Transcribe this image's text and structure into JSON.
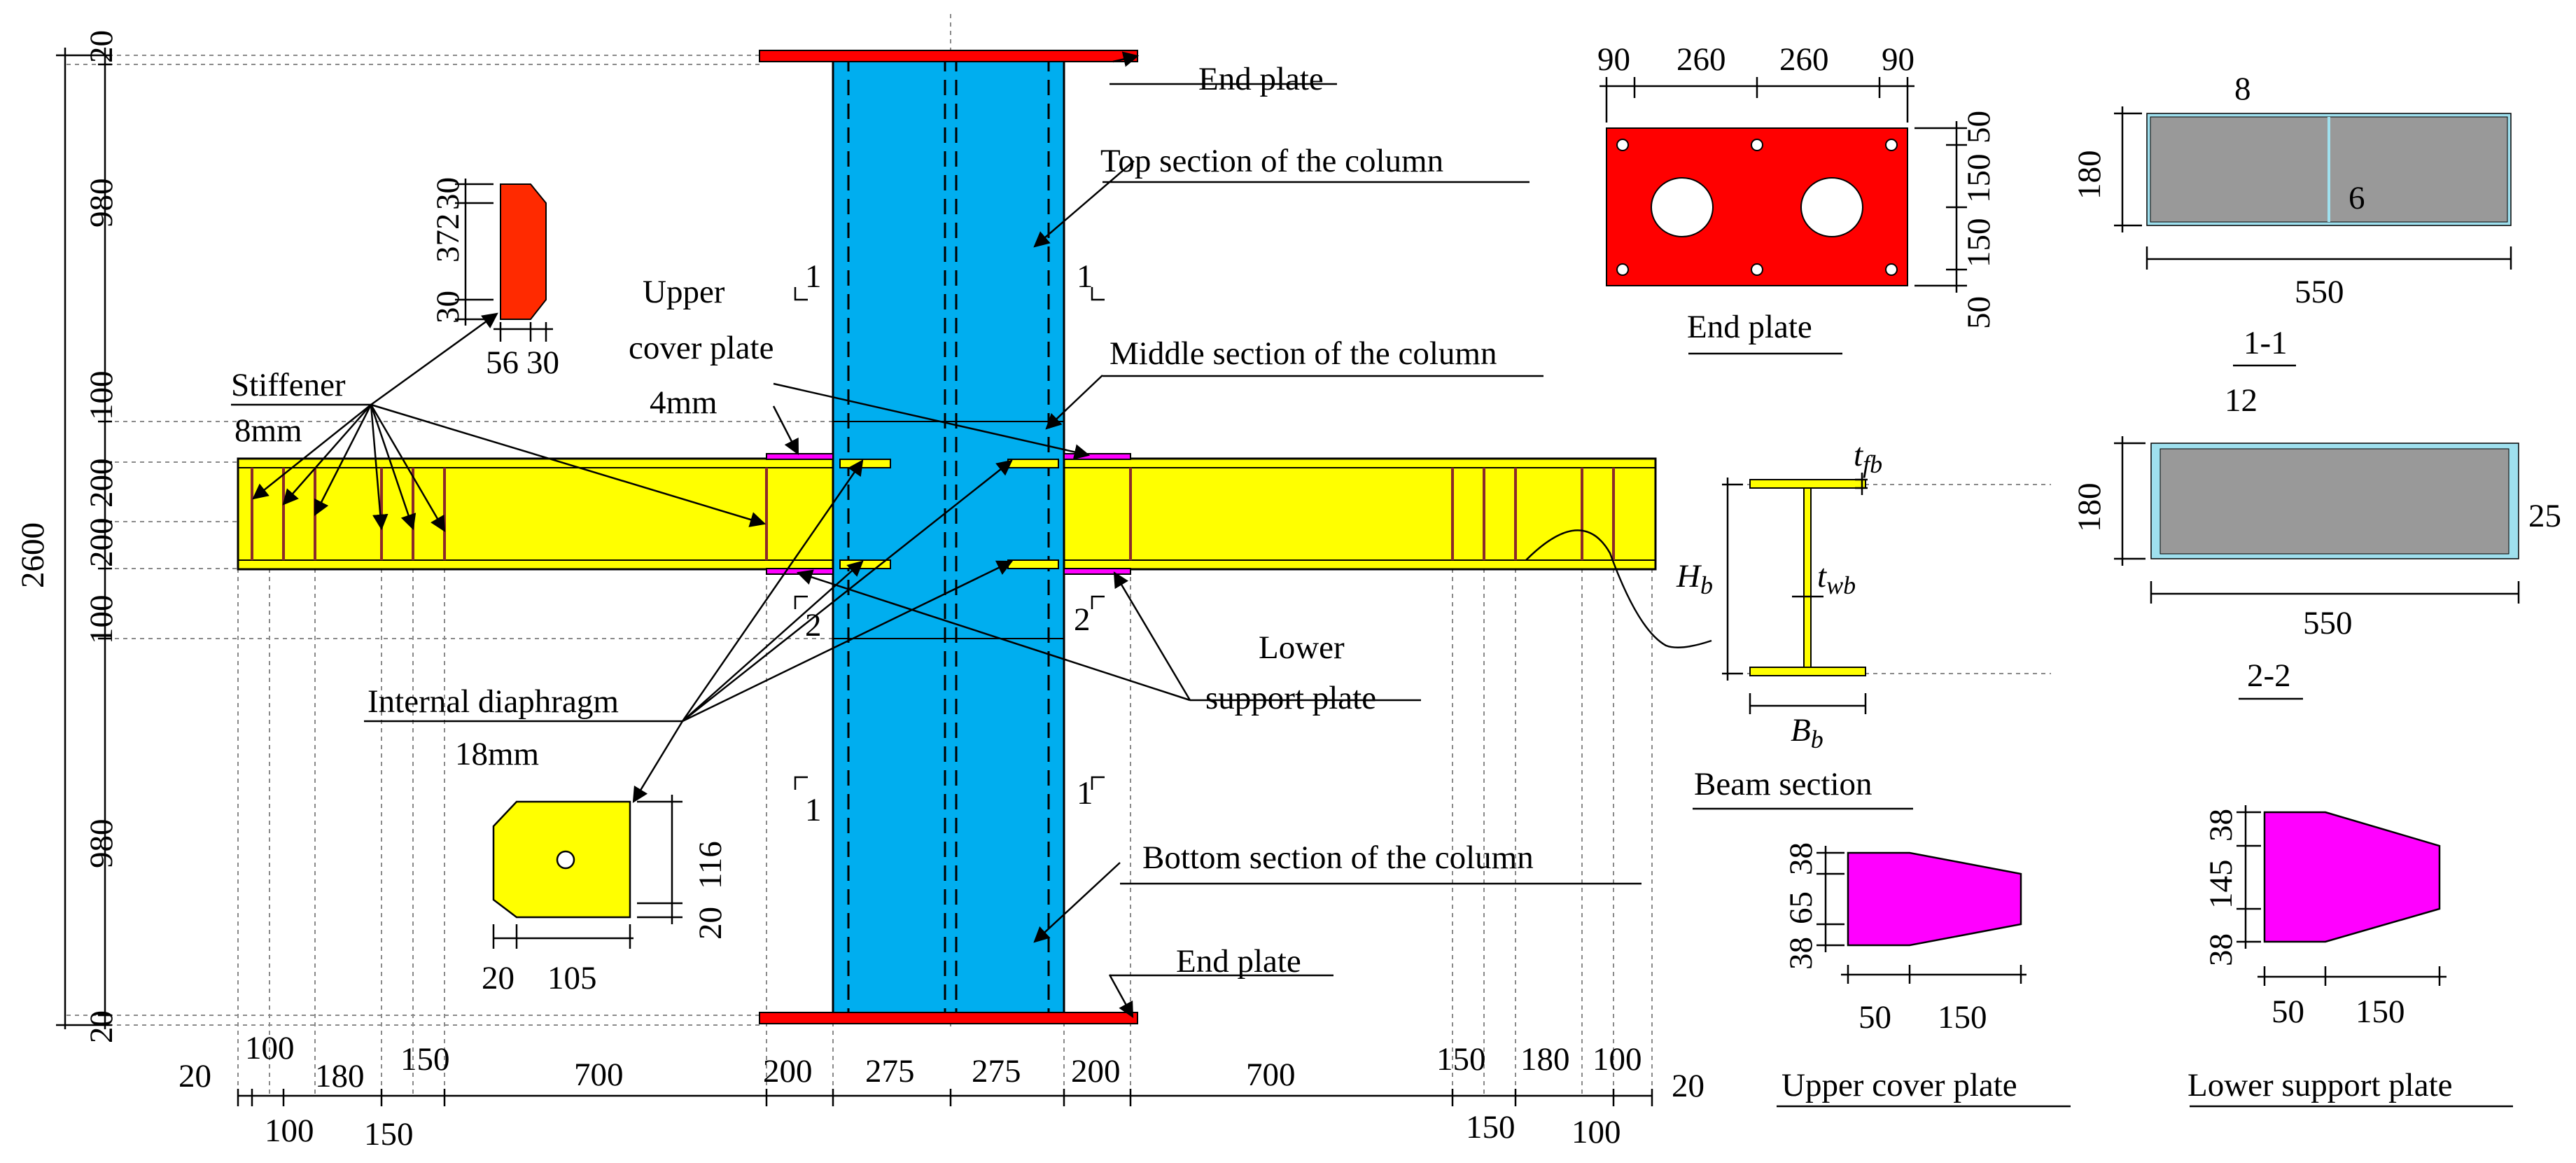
{
  "colors": {
    "column": "#00aeef",
    "end_plate": "#ff0000",
    "beam": "#ffff00",
    "stiffener": "#ff2a00",
    "cover_plate": "#ff00ff",
    "section_fill": "#999999",
    "section_edge": "#9fe0ee",
    "stiffener_line": "#8b2a2a",
    "dashed": "#808080"
  },
  "labels": {
    "end_plate_top": "End plate",
    "end_plate_bottom": "End plate",
    "top_section": "Top section of the column",
    "middle_section": "Middle section of the column",
    "bottom_section": "Bottom section of the column",
    "upper_cover_1": "Upper",
    "upper_cover_2": "cover plate",
    "upper_cover_3": "4mm",
    "stiffener": "Stiffener",
    "stiffener_t": "8mm",
    "internal_diaphragm": "Internal diaphragm",
    "internal_diaphragm_t": "18mm",
    "lower_support_1": "Lower",
    "lower_support_2": "support plate",
    "end_plate_detail": "End plate",
    "beam_section": "Beam section",
    "upper_cover_plate": "Upper cover plate",
    "lower_support_plate": "Lower support plate",
    "section_1_1": "1-1",
    "section_2_2": "2-2",
    "cut_1": "1",
    "cut_2": "2"
  },
  "beam_symbols": {
    "tfb": "t",
    "tfb_sub": "fb",
    "twb": "t",
    "twb_sub": "wb",
    "hb": "H",
    "hb_sub": "b",
    "bb": "B",
    "bb_sub": "b"
  },
  "left_dims": [
    "20",
    "980",
    "100",
    "200",
    "200",
    "100",
    "980",
    "20",
    "2600"
  ],
  "bottom_dims_row1": [
    "20",
    "100",
    "180",
    "150",
    "700",
    "200",
    "275",
    "275",
    "200",
    "700",
    "150",
    "180",
    "100",
    "20"
  ],
  "bottom_dims_row2": [
    "100",
    "150",
    "150",
    "100"
  ],
  "stiffener_dims": {
    "v1": "30",
    "v2": "372",
    "v3": "30",
    "h1": "56",
    "h2": "30"
  },
  "diaphragm_dims": {
    "v1": "20",
    "v2": "116",
    "h1": "20",
    "h2": "105"
  },
  "end_plate_dims": {
    "top": [
      "90",
      "260",
      "260",
      "90"
    ],
    "right": [
      "50",
      "150",
      "150",
      "50"
    ]
  },
  "sec11_dims": {
    "height": "180",
    "flange": "8",
    "web": "6",
    "width": "550"
  },
  "sec22_dims": {
    "height": "180",
    "flange": "12",
    "side": "25",
    "width": "550"
  },
  "cover_plate_dims": {
    "v": [
      "38",
      "65",
      "38"
    ],
    "h": [
      "50",
      "150"
    ]
  },
  "support_plate_dims": {
    "v": [
      "38",
      "145",
      "38"
    ],
    "h": [
      "50",
      "150"
    ]
  }
}
